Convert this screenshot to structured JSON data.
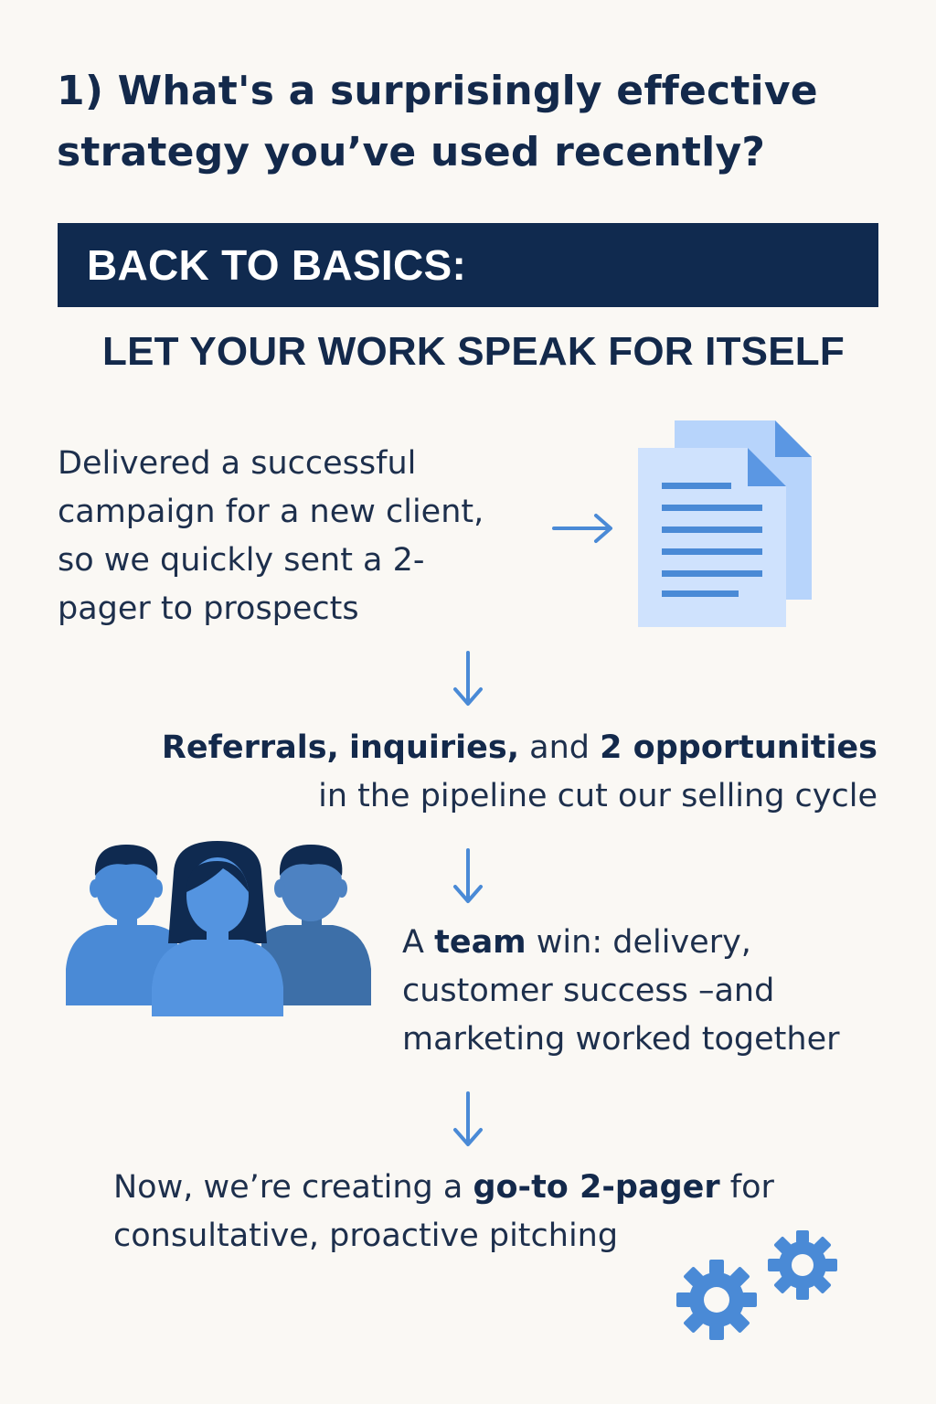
{
  "heading": {
    "line1": "1) What's a surprisingly effective",
    "line2": "strategy you’ve used recently?"
  },
  "banner": {
    "text": "BACK TO BASICS:"
  },
  "subheading": {
    "text": "LET YOUR WORK SPEAK FOR ITSELF"
  },
  "step1": {
    "line1": "Delivered a successful",
    "line2": "campaign for a new client,",
    "line3": "so we quickly sent a 2-",
    "line4": "pager to prospects"
  },
  "step2": {
    "referrals": "Referrals,",
    "inquiries": "inquiries,",
    "and": "and",
    "opportunities": "2 opportunities",
    "line2": "in the pipeline cut our selling cycle"
  },
  "step3": {
    "a": "A",
    "team": "team",
    "line1_rest": "win: delivery,",
    "line2": "customer success –and",
    "line3": "marketing worked together"
  },
  "step4": {
    "now": "Now, we’re creating a",
    "gopager": "go-to 2-pager",
    "for": "for",
    "line2": "consultative, proactive pitching"
  },
  "icons": {
    "arrow_right": "arrow-right-icon",
    "document": "document-icon",
    "arrow_down": "arrow-down-icon",
    "team": "team-icon",
    "gears": "gears-icon"
  },
  "colors": {
    "background": "#faf8f4",
    "navy": "#102a4f",
    "accent_blue": "#4a8ad6",
    "light_blue": "#b7d4fb"
  }
}
